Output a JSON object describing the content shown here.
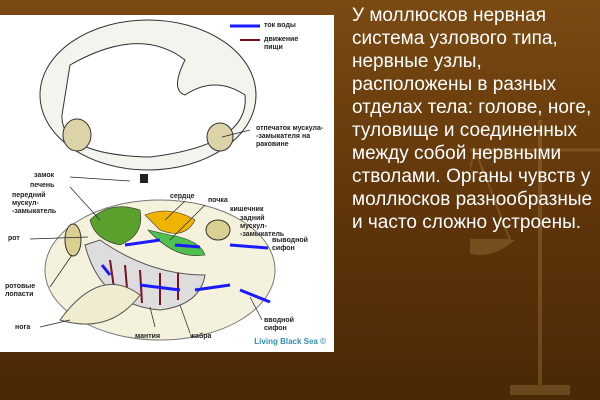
{
  "slide_text": "У моллюсков нервная система узлового типа, нервные узлы, расположены в разных отделах тела: голове, ноге, туловище и соединенных между собой нервными стволами. Органы чувств у моллюсков разнообразные и часто сложно устроены.",
  "figure": {
    "legend": {
      "water_flow": "ток воды",
      "food_movement": "движение пищи"
    },
    "labels": {
      "muscle_imprint": "отпечаток мускула- -замыкателя на раковине",
      "hinge": "замок",
      "liver": "печень",
      "anterior_muscle": "передний мускул- -замыкатель",
      "heart": "сердце",
      "kidney": "почка",
      "intestine": "кишечник",
      "posterior_muscle": "задний мускул- -замыкатель",
      "mouth": "рот",
      "exhalant_siphon": "выводной сифон",
      "oral_lobes": "ротовые лопасти",
      "inhalant_siphon": "вводной сифон",
      "foot": "нога",
      "mantle": "мантия",
      "gill": "жабра"
    },
    "credit": "Living Black Sea ©",
    "colors": {
      "water": "#1a1aff",
      "food": "#7a1020",
      "liver": "#5aa02c",
      "kidney": "#f0b400",
      "muscle": "#d8d090"
    }
  }
}
